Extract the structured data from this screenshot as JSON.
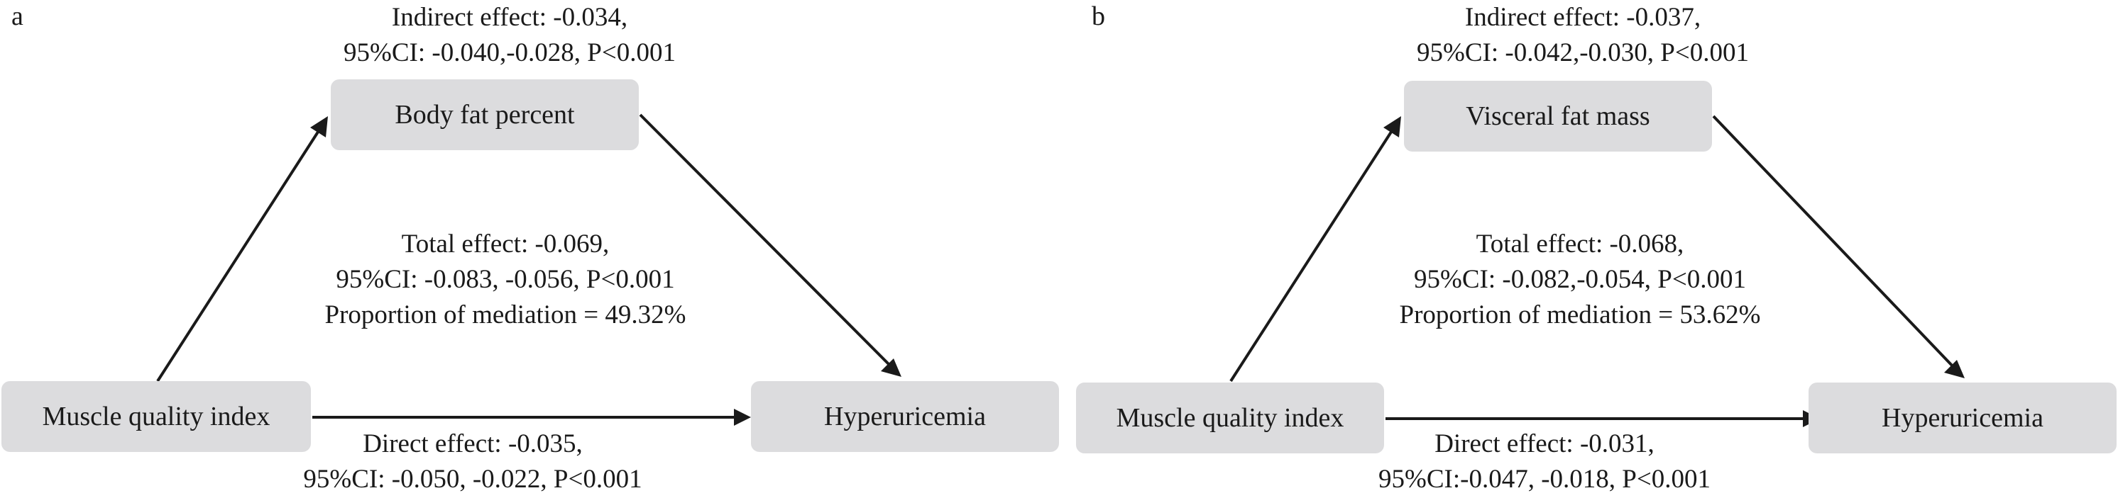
{
  "panels": [
    {
      "letter": "a",
      "mediator": "Body fat percent",
      "exposure": "Muscle quality index",
      "outcome": "Hyperuricemia",
      "indirect": {
        "line1": "Indirect effect: -0.034,",
        "line2": "95%CI: -0.040,-0.028, P<0.001"
      },
      "total": {
        "line1": "Total effect: -0.069,",
        "line2": "95%CI: -0.083, -0.056, P<0.001",
        "line3": "Proportion of mediation = 49.32%"
      },
      "direct": {
        "line1": "Direct effect: -0.035,",
        "line2": "95%CI: -0.050, -0.022, P<0.001"
      }
    },
    {
      "letter": "b",
      "mediator": "Visceral fat mass",
      "exposure": "Muscle quality index",
      "outcome": "Hyperuricemia",
      "indirect": {
        "line1": "Indirect effect: -0.037,",
        "line2": "95%CI: -0.042,-0.030, P<0.001"
      },
      "total": {
        "line1": "Total effect: -0.068,",
        "line2": "95%CI: -0.082,-0.054, P<0.001",
        "line3": "Proportion of mediation = 53.62%"
      },
      "direct": {
        "line1": "Direct effect: -0.031,",
        "line2": "95%CI:-0.047, -0.018, P<0.001"
      }
    }
  ],
  "colors": {
    "node_fill": "#dcdcde",
    "arrow": "#1a1a1a"
  }
}
